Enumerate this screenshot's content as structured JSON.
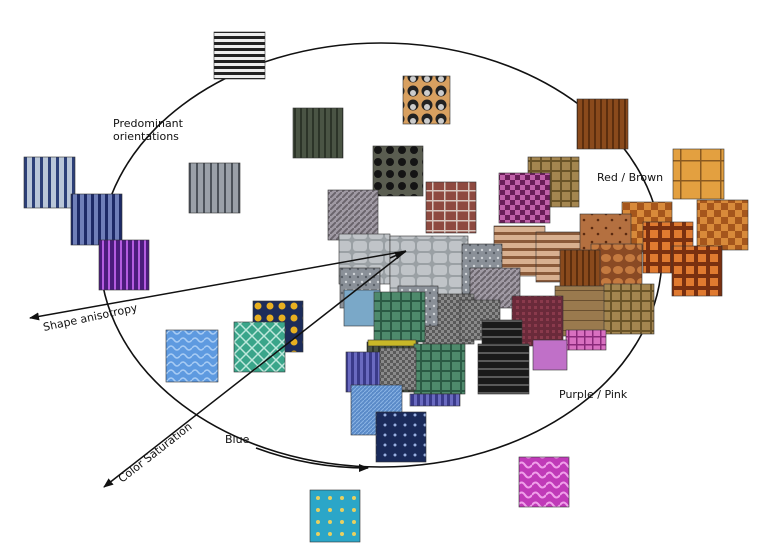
{
  "labels": {
    "orientations_line1": "Predominant",
    "orientations_line2": "orientations",
    "red_brown": "Red / Brown",
    "purple_pink": "Purple / Pink",
    "blue": "Blue",
    "shape_anisotropy": "Shape anisotropy",
    "color_saturation": "Color Saturation"
  },
  "colors": {
    "ink": "#111111",
    "blue_cluster": "#4a7fc4",
    "brown_cluster": "#b06a2e",
    "gray_cluster": "#7d7f7d",
    "purple_cluster": "#8a3a7a",
    "magenta_tile": "#c03ab8",
    "cyan_tile": "#2ba6c8",
    "teal_tile": "#3aa58a"
  }
}
